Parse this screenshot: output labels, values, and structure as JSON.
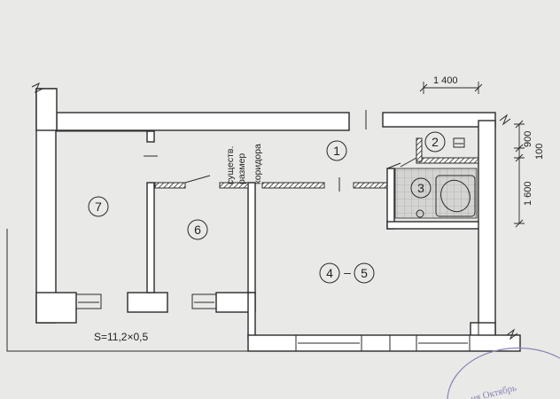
{
  "rooms": {
    "r1": "1",
    "r2": "2",
    "r3": "3",
    "r4": "4",
    "r5": "5",
    "r6": "6",
    "r7": "7",
    "r45_dash": "–"
  },
  "dimensions": {
    "top_width": "1 400",
    "right_900": "900",
    "right_100": "100",
    "right_1600": "1 600"
  },
  "notes": {
    "corridor_line1": "сущеcтв.",
    "corridor_line2": "размер",
    "corridor_line3": "коридора",
    "area_formula": "S=11,2×0,5"
  },
  "stamp": {
    "text": "ия Октябрь"
  },
  "colors": {
    "wall": "#2a2a2a",
    "paper": "#e9e9e7",
    "stamp": "#8a86b8"
  }
}
